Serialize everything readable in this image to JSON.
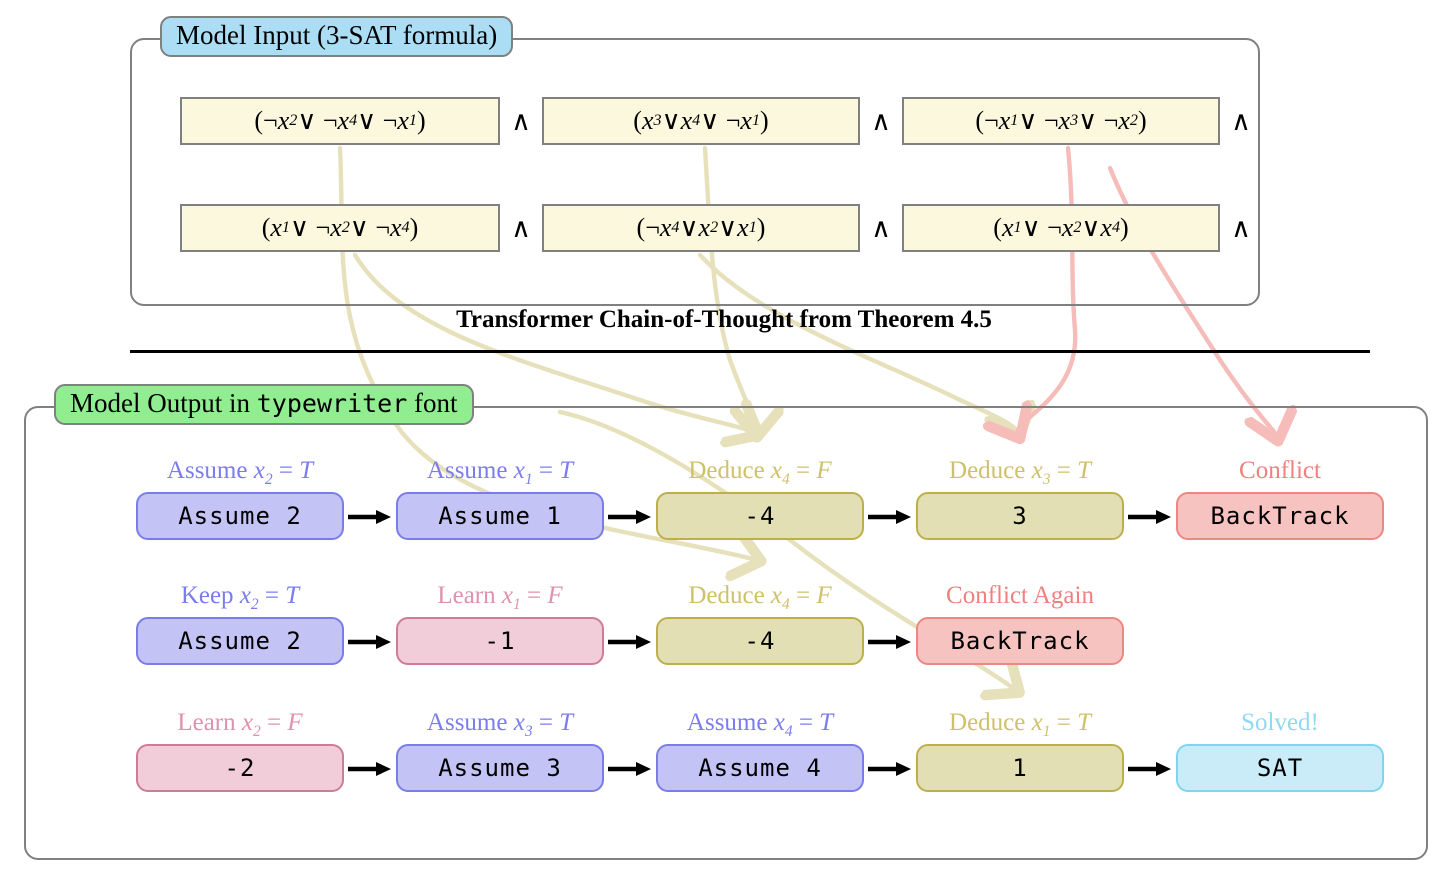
{
  "input_panel": {
    "tag_prefix": "Model Input (3-SAT formula)",
    "clauses_row1": [
      {
        "text": "(¬x2 ∨ ¬x4 ∨ ¬x1)",
        "literals": [
          "¬x2",
          "¬x4",
          "¬x1"
        ]
      },
      {
        "text": "(x3 ∨ x4 ∨ ¬x1)",
        "literals": [
          "x3",
          "x4",
          "¬x1"
        ]
      },
      {
        "text": "(¬x1 ∨ ¬x3 ∨ ¬x2)",
        "literals": [
          "¬x1",
          "¬x3",
          "¬x2"
        ]
      }
    ],
    "clauses_row2": [
      {
        "text": "(x1 ∨ ¬x2 ∨ ¬x4)",
        "literals": [
          "x1",
          "¬x2",
          "¬x4"
        ]
      },
      {
        "text": "(¬x4 ∨ x2 ∨ x1)",
        "literals": [
          "¬x4",
          "x2",
          "x1"
        ]
      },
      {
        "text": "(x1 ∨ ¬x2 ∨ x4)",
        "literals": [
          "x1",
          "¬x2",
          "x4"
        ]
      }
    ],
    "conjunction_symbol": "∧"
  },
  "center_title": "Transformer Chain-of-Thought from Theorem 4.5",
  "output_panel": {
    "tag_part1": "Model Output in ",
    "tag_mono": "typewriter",
    "tag_part2": " font",
    "rows": [
      {
        "cells": [
          {
            "caption": "Assume x2 = T",
            "cap_var": "x",
            "cap_sub": "2",
            "cap_pre": "Assume",
            "cap_post": "= T",
            "label": "Assume 2",
            "color": "blue"
          },
          {
            "caption": "Assume x1 = T",
            "cap_var": "x",
            "cap_sub": "1",
            "cap_pre": "Assume",
            "cap_post": "= T",
            "label": "Assume 1",
            "color": "blue"
          },
          {
            "caption": "Deduce x4 = F",
            "cap_var": "x",
            "cap_sub": "4",
            "cap_pre": "Deduce",
            "cap_post": "= F",
            "label": "-4",
            "color": "olive"
          },
          {
            "caption": "Deduce x3 = T",
            "cap_var": "x",
            "cap_sub": "3",
            "cap_pre": "Deduce",
            "cap_post": "= T",
            "label": "3",
            "color": "olive"
          },
          {
            "caption": "Conflict",
            "cap_var": "",
            "cap_sub": "",
            "cap_pre": "Conflict",
            "cap_post": "",
            "label": "BackTrack",
            "color": "red"
          }
        ]
      },
      {
        "cells": [
          {
            "caption": "Keep x2 = T",
            "cap_var": "x",
            "cap_sub": "2",
            "cap_pre": "Keep",
            "cap_post": "= T",
            "label": "Assume 2",
            "color": "blue"
          },
          {
            "caption": "Learn x1 = F",
            "cap_var": "x",
            "cap_sub": "1",
            "cap_pre": "Learn",
            "cap_post": "= F",
            "label": "-1",
            "color": "pink"
          },
          {
            "caption": "Deduce x4 = F",
            "cap_var": "x",
            "cap_sub": "4",
            "cap_pre": "Deduce",
            "cap_post": "= F",
            "label": "-4",
            "color": "olive"
          },
          {
            "caption": "Conflict Again",
            "cap_var": "",
            "cap_sub": "",
            "cap_pre": "Conflict Again",
            "cap_post": "",
            "label": "BackTrack",
            "color": "red"
          }
        ]
      },
      {
        "cells": [
          {
            "caption": "Learn x2 = F",
            "cap_var": "x",
            "cap_sub": "2",
            "cap_pre": "Learn",
            "cap_post": "= F",
            "label": "-2",
            "color": "pink"
          },
          {
            "caption": "Assume x3 = T",
            "cap_var": "x",
            "cap_sub": "3",
            "cap_pre": "Assume",
            "cap_post": "= T",
            "label": "Assume 3",
            "color": "blue"
          },
          {
            "caption": "Assume x4 = T",
            "cap_var": "x",
            "cap_sub": "4",
            "cap_pre": "Assume",
            "cap_post": "= T",
            "label": "Assume 4",
            "color": "blue"
          },
          {
            "caption": "Deduce x1 = T",
            "cap_var": "x",
            "cap_sub": "1",
            "cap_pre": "Deduce",
            "cap_post": "= T",
            "label": "1",
            "color": "olive"
          },
          {
            "caption": "Solved!",
            "cap_var": "",
            "cap_sub": "",
            "cap_pre": "Solved!",
            "cap_post": "",
            "label": "SAT",
            "color": "cyan"
          }
        ]
      }
    ]
  },
  "colors": {
    "clause_fill": "#fcf8dd",
    "panel_border": "#808080",
    "input_tag_fill": "#abdef5",
    "output_tag_fill": "#90ee90",
    "blue_fill": "#c3c4f5",
    "blue_stroke": "#7a7ce8",
    "olive_fill": "#e3dfb4",
    "olive_stroke": "#bdb04b",
    "red_fill": "#f7c3c0",
    "red_stroke": "#ee8783",
    "pink_fill": "#f0cdd9",
    "pink_stroke": "#ce7b99",
    "cyan_fill": "#c9ecf8",
    "cyan_stroke": "#7fd4ef",
    "curve_olive": "#e6e0bb",
    "curve_red": "#f5bcb9"
  }
}
